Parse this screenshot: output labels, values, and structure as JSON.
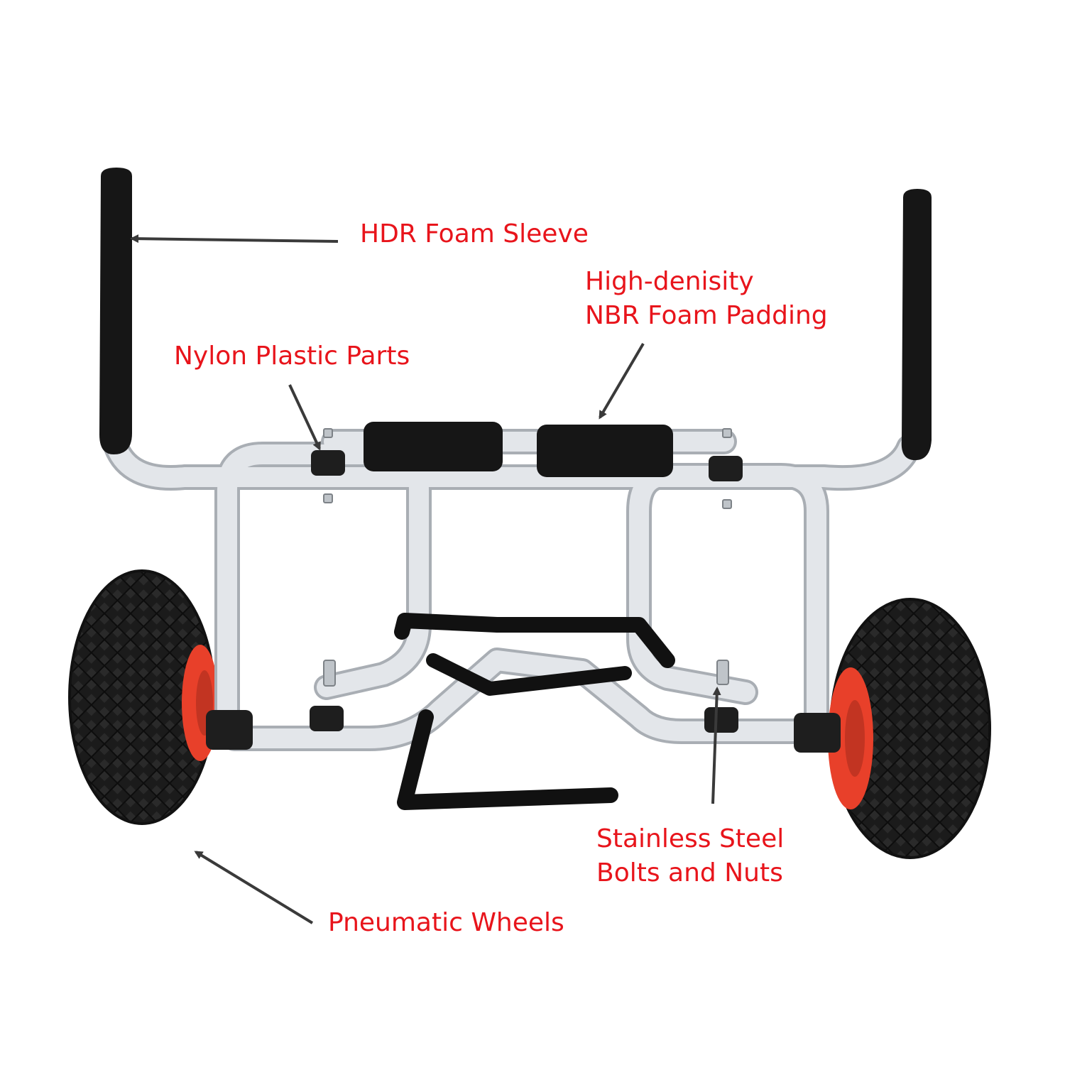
{
  "colors": {
    "label_text": "#e8141b",
    "arrow": "#3a3a3a",
    "frame": "#dcdfe3",
    "foam": "#161616",
    "tire": "#1b1b1b",
    "hub": "#e8402a",
    "background": "#ffffff"
  },
  "callouts": {
    "hdr_foam_sleeve": "HDR Foam Sleeve",
    "nbr_foam_line1": "High-denisity",
    "nbr_foam_line2": "NBR Foam Padding",
    "nylon_plastic_parts": "Nylon Plastic Parts",
    "stainless_line1": "Stainless Steel",
    "stainless_line2": "Bolts and Nuts",
    "pneumatic_wheels": "Pneumatic Wheels"
  },
  "product_image": {
    "subject": "kayak-cart-photo",
    "icon": "kayak-trolley-icon"
  }
}
